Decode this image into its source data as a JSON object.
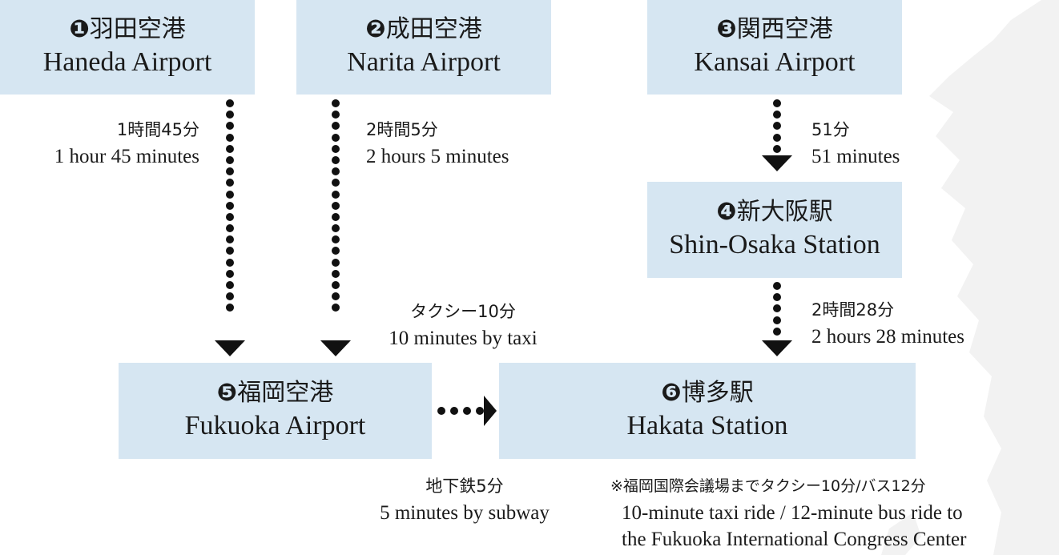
{
  "colors": {
    "box_fill": "#d6e6f2",
    "arrow": "#111111",
    "map_fill": "#f2f2f2"
  },
  "background": {
    "icon": "japan-map-silhouette"
  },
  "nodes": {
    "haneda": {
      "num": "❶",
      "jp": "羽田空港",
      "en": "Haneda Airport"
    },
    "narita": {
      "num": "❷",
      "jp": "成田空港",
      "en": "Narita Airport"
    },
    "kansai": {
      "num": "❸",
      "jp": "関西空港",
      "en": "Kansai Airport"
    },
    "shinosaka": {
      "num": "❹",
      "jp": "新大阪駅",
      "en": "Shin-Osaka Station"
    },
    "fukuoka": {
      "num": "❺",
      "jp": "福岡空港",
      "en": "Fukuoka Airport"
    },
    "hakata": {
      "num": "❻",
      "jp": "博多駅",
      "en": "Hakata Station"
    }
  },
  "routes": {
    "haneda_fukuoka": {
      "jp": "1時間45分",
      "en": "1 hour 45 minutes"
    },
    "narita_fukuoka": {
      "jp": "2時間5分",
      "en": "2 hours 5 minutes"
    },
    "kansai_shinosaka": {
      "jp": "51分",
      "en": "51 minutes"
    },
    "shinosaka_hakata": {
      "jp": "2時間28分",
      "en": "2 hours 28 minutes"
    },
    "taxi": {
      "jp": "タクシー10分",
      "en": "10 minutes by taxi"
    },
    "subway": {
      "jp": "地下鉄5分",
      "en": "5 minutes by subway"
    }
  },
  "note": {
    "jp": "※福岡国際会議場までタクシー10分/バス12分",
    "en_line1": "10-minute taxi ride / 12-minute bus ride to",
    "en_line2": "the Fukuoka International Congress Center"
  }
}
